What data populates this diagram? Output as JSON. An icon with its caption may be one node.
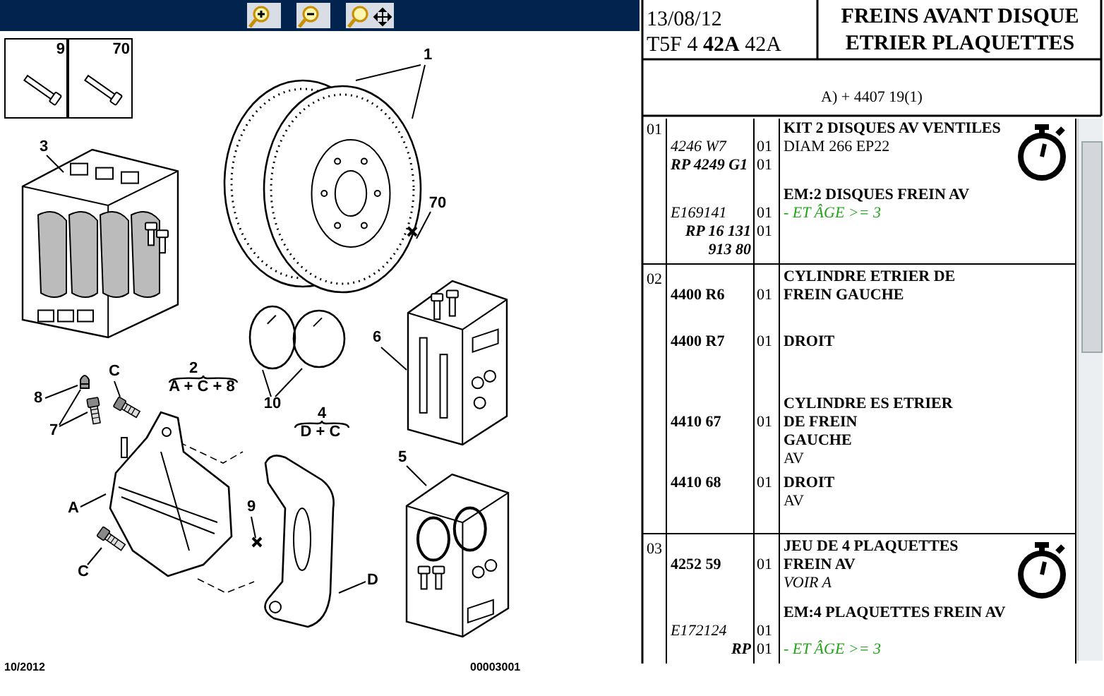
{
  "diagram": {
    "title": "FREINS AVANT DISQUE ETRIER PLAQUETTES",
    "nodes": [
      {
        "text": [
          "9"
        ]
      },
      {
        "text": [
          "70"
        ]
      },
      {
        "text": [
          "1"
        ]
      },
      {
        "text": [],
        "shape": "picture"
      },
      {
        "text": [
          "70"
        ]
      },
      {
        "text": [
          "3"
        ]
      },
      {
        "text": [],
        "shape": "picture"
      },
      {
        "text": [
          "6"
        ]
      },
      {
        "text": [],
        "shape": "picture"
      },
      {
        "text": [
          "10"
        ]
      },
      {
        "text": [],
        "shape": "picture"
      },
      {
        "text": [],
        "shape": "picture"
      },
      {
        "text": [
          "8"
        ]
      },
      {
        "text": [],
        "shape": "picture"
      },
      {
        "text": [],
        "shape": "picture"
      },
      {
        "text": [
          "7"
        ]
      },
      {
        "text": [
          "C"
        ]
      },
      {
        "text": [],
        "shape": "picture"
      },
      {
        "text": [
          "A"
        ]
      },
      {
        "text": [],
        "shape": "picture"
      },
      {
        "text": [
          "C"
        ]
      },
      {
        "text": [],
        "shape": "picture"
      },
      {
        "text": [
          "9"
        ]
      },
      {
        "text": [],
        "shape": "picture"
      },
      {
        "text": [
          "D"
        ]
      },
      {
        "text": [
          "5"
        ]
      },
      {
        "text": [],
        "shape": "picture"
      }
    ],
    "edges": [
      {
        "from": 2,
        "to": 3,
        "arrow": "none"
      },
      {
        "from": 2,
        "to": 3,
        "arrow": "none"
      },
      {
        "from": 4,
        "to": 3,
        "arrow": "none"
      },
      {
        "from": 5,
        "to": 6,
        "arrow": "none"
      },
      {
        "from": 7,
        "to": 8,
        "arrow": "none"
      },
      {
        "from": 9,
        "to": 10,
        "arrow": "none"
      },
      {
        "from": 9,
        "to": 11,
        "arrow": "none"
      },
      {
        "from": 12,
        "to": 13,
        "arrow": "none"
      },
      {
        "from": 15,
        "to": 13,
        "arrow": "none"
      },
      {
        "from": 15,
        "to": 14,
        "arrow": "none"
      },
      {
        "from": 16,
        "to": 17,
        "arrow": "none"
      },
      {
        "from": 18,
        "to": 19,
        "arrow": "none"
      },
      {
        "from": 20,
        "to": 21,
        "arrow": "none"
      },
      {
        "from": 22,
        "to": 23,
        "arrow": "none"
      },
      {
        "from": 24,
        "to": 23,
        "arrow": "none"
      },
      {
        "from": 25,
        "to": 26,
        "arrow": "none"
      }
    ],
    "labels": [
      "2",
      "A + C + 8",
      "4",
      "D + C",
      "10/2012",
      "00003001",
      "13/08/12",
      "T5F 4 **42A** 42A",
      "A) + 4407 19(1)",
      "01",
      "KIT 2 DISQUES AV VENTILES",
      "4246 W7",
      "01",
      "DIAM 266 EP22",
      "RP 4249 G1",
      "01",
      "EM:2 DISQUES FREIN AV",
      "E169141",
      "01",
      "- ET ÂGE >= 3",
      "RP 16 131 913 80",
      "01",
      "02",
      "CYLINDRE ETRIER DE FREIN GAUCHE",
      "4400 R6",
      "01",
      "4400 R7",
      "01",
      "DROIT",
      "CYLINDRE ES ETRIER DE FREIN",
      "4410 67",
      "01",
      "GAUCHE",
      "AV",
      "4410 68",
      "01",
      "DROIT",
      "AV",
      "03",
      "JEU DE 4 PLAQUETTES FREIN AV",
      "4252 59",
      "01",
      "VOIR A",
      "EM:4 PLAQUETTES FREIN AV",
      "E172124",
      "01",
      "RP",
      "01",
      "- ET ÂGE >= 3"
    ]
  }
}
